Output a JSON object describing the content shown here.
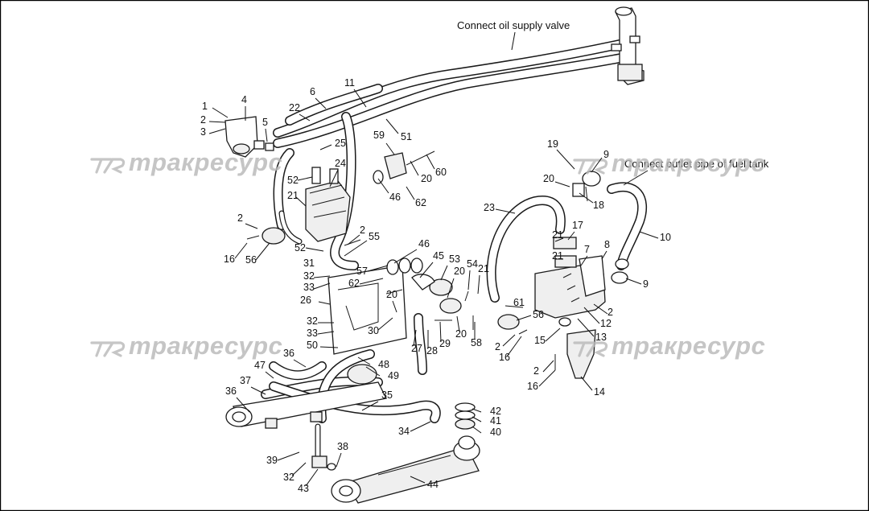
{
  "notes": [
    {
      "text": "Connect oil supply valve"
    },
    {
      "text": "Connect outlet pipe of fuel tank"
    }
  ],
  "watermark": {
    "text": "трак",
    "text2": "ресурс"
  },
  "labels": [
    "1",
    "2",
    "3",
    "4",
    "5",
    "6",
    "22",
    "11",
    "51",
    "25",
    "59",
    "60",
    "20",
    "46",
    "62",
    "52",
    "24",
    "21",
    "2",
    "16",
    "56",
    "52",
    "55",
    "2",
    "31",
    "32",
    "33",
    "57",
    "62",
    "46",
    "45",
    "53",
    "20",
    "54",
    "21",
    "26",
    "20",
    "30",
    "32",
    "33",
    "50",
    "27",
    "28",
    "29",
    "20",
    "58",
    "36",
    "47",
    "48",
    "49",
    "37",
    "36",
    "35",
    "34",
    "42",
    "41",
    "40",
    "38",
    "39",
    "32",
    "43",
    "44",
    "19",
    "9",
    "20",
    "18",
    "23",
    "17",
    "21",
    "7",
    "8",
    "10",
    "21",
    "9",
    "61",
    "56",
    "2",
    "2",
    "16",
    "12",
    "13",
    "15",
    "2",
    "16",
    "14"
  ]
}
